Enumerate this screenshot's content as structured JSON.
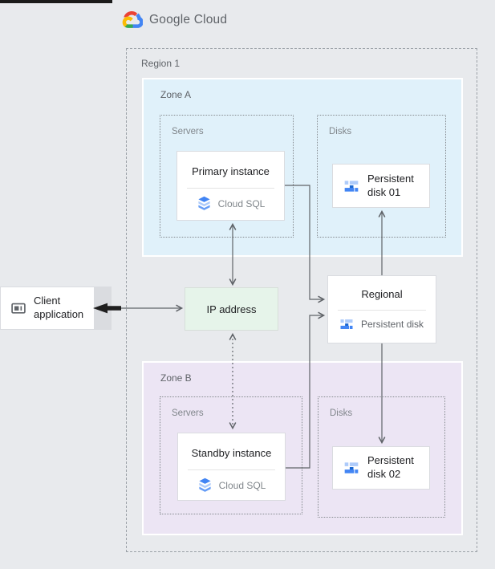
{
  "header": {
    "brand": "Google Cloud"
  },
  "region": {
    "label": "Region 1"
  },
  "zones": {
    "a": {
      "label": "Zone A",
      "servers_label": "Servers",
      "disks_label": "Disks"
    },
    "b": {
      "label": "Zone B",
      "servers_label": "Servers",
      "disks_label": "Disks"
    }
  },
  "nodes": {
    "primary": {
      "title": "Primary instance",
      "product": "Cloud SQL"
    },
    "standby": {
      "title": "Standby instance",
      "product": "Cloud SQL"
    },
    "disk01": {
      "label": "Persistent disk 01"
    },
    "disk02": {
      "label": "Persistent disk 02"
    },
    "regional": {
      "title": "Regional",
      "product": "Persistent disk"
    },
    "ip": {
      "label": "IP address"
    },
    "client": {
      "label": "Client application"
    }
  },
  "colors": {
    "background": "#e8eaed",
    "zone_a_bg": "#e0f1fa",
    "zone_b_bg": "#ece5f4",
    "ip_bg": "#e6f4ea",
    "accent_blue": "#4285f4",
    "accent_blue_light": "#aecbfa",
    "arrow": "#5f6368",
    "client_arrow": "#1f1f1f"
  }
}
